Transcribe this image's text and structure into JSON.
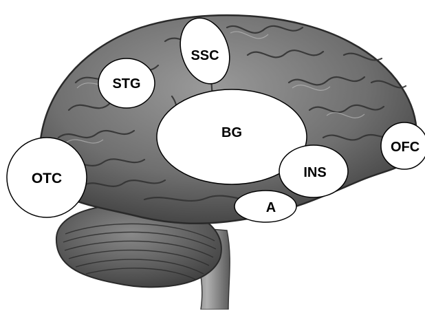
{
  "figure": {
    "regions": [
      {
        "key": "ssc",
        "label": "SSC"
      },
      {
        "key": "stg",
        "label": "STG"
      },
      {
        "key": "bg",
        "label": "BG"
      },
      {
        "key": "otc",
        "label": "OTC"
      },
      {
        "key": "ins",
        "label": "INS"
      },
      {
        "key": "a",
        "label": "A"
      },
      {
        "key": "ofc",
        "label": "OFC"
      }
    ],
    "colors": {
      "background": "#ffffff",
      "label_fill": "#ffffff",
      "label_stroke": "#000000",
      "brain_dark": "#4a4a4a",
      "brain_mid": "#7d7d7d",
      "brain_light": "#b5b5b5"
    }
  }
}
